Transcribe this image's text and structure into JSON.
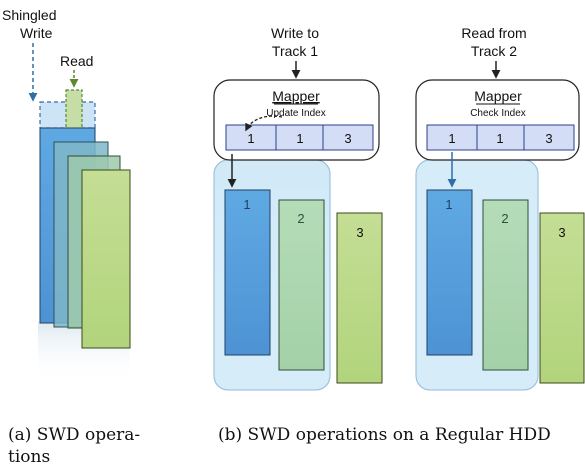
{
  "left_panel": {
    "label_shingled_write": [
      "Shingled",
      "Write"
    ],
    "label_read": "Read",
    "caption": [
      "(a)  SWD  opera-",
      "tions"
    ]
  },
  "panel_write": {
    "annotation": [
      "Write to",
      "Track 1"
    ],
    "mapper_title": "Mapper",
    "mapper_action": "Update Index",
    "index_cells": [
      "1",
      "1",
      "3"
    ],
    "track_labels": [
      "1",
      "2",
      "3"
    ]
  },
  "panel_read": {
    "annotation": [
      "Read from",
      "Track 2"
    ],
    "mapper_title": "Mapper",
    "mapper_action": "Check Index",
    "index_cells": [
      "1",
      "1",
      "3"
    ],
    "track_labels": [
      "1",
      "2",
      "3"
    ]
  },
  "caption_b": "(b) SWD operations on a Regular HDD",
  "colors": {
    "track_blue": "#5ba4df",
    "track_green": "#acd8b0",
    "track_lime": "#bcd98a",
    "zone_highlight": "#cfe9f8",
    "index_cell": "#d3ddf5"
  }
}
